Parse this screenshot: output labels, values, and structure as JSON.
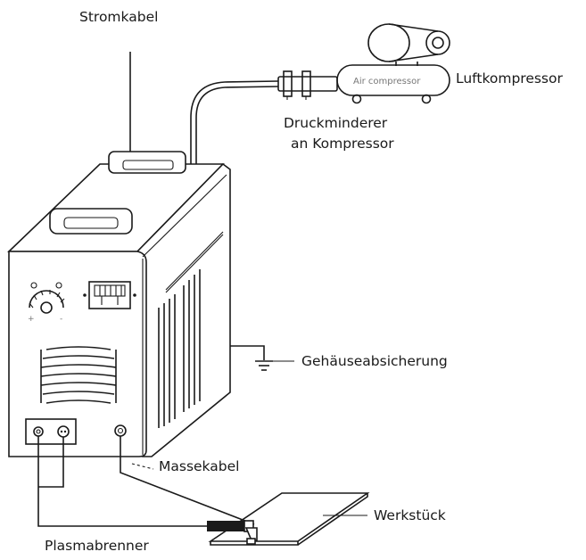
{
  "labels": {
    "power_cable": "Stromkabel",
    "air_compressor": "Luftkompressor",
    "compressor_text": "Air compressor",
    "pressure_reducer_line1": "Druckminderer",
    "pressure_reducer_line2": "an Kompressor",
    "housing_ground": "Gehäuseabsicherung",
    "ground_cable": "Massekabel",
    "workpiece": "Werkstück",
    "plasma_torch": "Plasmabrenner"
  },
  "colors": {
    "line": "#1a1a1a",
    "background": "#ffffff",
    "torch_grip": "#1a1a1a"
  }
}
